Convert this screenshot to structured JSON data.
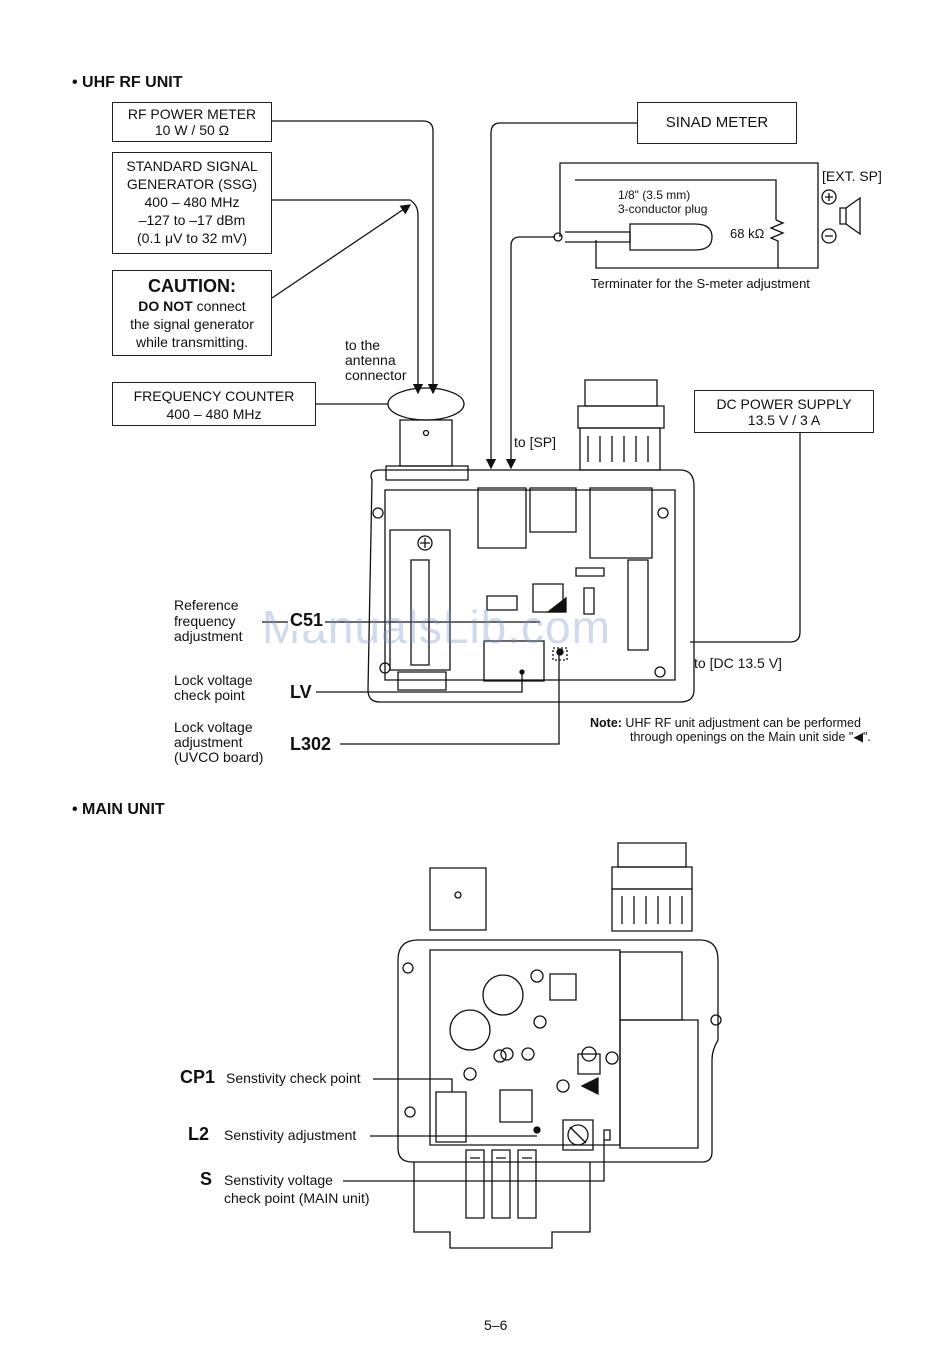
{
  "uhf_section": {
    "heading": "• UHF RF UNIT",
    "rf_power_meter": {
      "line1": "RF POWER METER",
      "line2": "10 W / 50 Ω"
    },
    "ssg": {
      "line1": "STANDARD SIGNAL",
      "line2": "GENERATOR (SSG)",
      "line3": "400 – 480 MHz",
      "line4": "–127 to –17 dBm",
      "line5": "(0.1 μV to 32 mV)"
    },
    "caution": {
      "title": "CAUTION:",
      "bold": "DO NOT",
      "line1_rest": " connect",
      "line2": "the signal generator",
      "line3": "while transmitting."
    },
    "freq_counter": {
      "line1": "FREQUENCY COUNTER",
      "line2": "400 – 480 MHz"
    },
    "sinad_meter": "SINAD METER",
    "ext_sp": "[EXT. SP]",
    "plug_line1": "1/8\" (3.5 mm)",
    "plug_line2": "3-conductor plug",
    "resistor": "68 kΩ",
    "terminator": "Terminater for the S-meter adjustment",
    "antenna_note": {
      "line1": "to the",
      "line2": "antenna",
      "line3": "connector"
    },
    "to_sp": "to [SP]",
    "dc_supply": {
      "line1": "DC POWER SUPPLY",
      "line2": "13.5 V / 3 A"
    },
    "to_dc": "to [DC 13.5 V]",
    "ref_freq": {
      "line1": "Reference",
      "line2": "frequency",
      "line3": "adjustment",
      "code": "C51"
    },
    "lock_check": {
      "line1": "Lock voltage",
      "line2": "check point",
      "code": "LV"
    },
    "lock_adj": {
      "line1": "Lock voltage",
      "line2": "adjustment",
      "line3": "(UVCO board)",
      "code": "L302"
    },
    "note": {
      "label": "Note:",
      "line1": " UHF RF unit adjustment can be performed",
      "line2": "through openings on the Main unit side \"◀\"."
    }
  },
  "main_section": {
    "heading": "• MAIN UNIT",
    "cp1": {
      "code": "CP1",
      "text": "Senstivity check point"
    },
    "l2": {
      "code": "L2",
      "text": "Senstivity adjustment"
    },
    "s": {
      "code": "S",
      "line1": "Senstivity voltage",
      "line2": "check point (MAIN unit)"
    }
  },
  "page_number": "5–6",
  "watermark": "ManualsLib.com"
}
